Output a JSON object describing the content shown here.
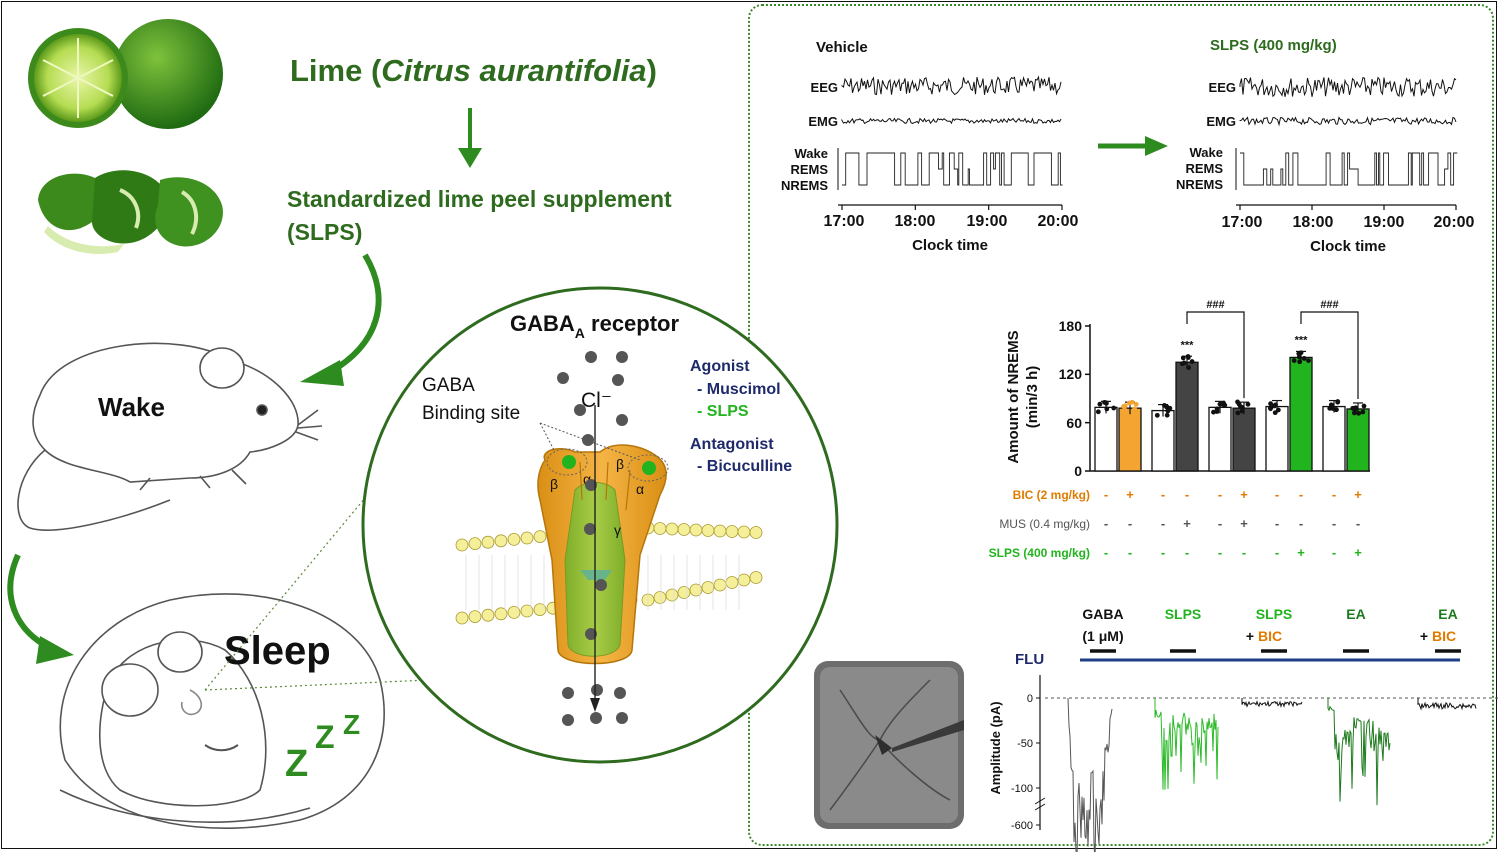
{
  "figure": {
    "title_prefix": "Lime (",
    "title_species": "Citrus aurantifolia",
    "title_suffix": ")",
    "supplement_line1": "Standardized lime peel supplement",
    "supplement_line2": "(SLPS)",
    "wake_label": "Wake",
    "sleep_label": "Sleep",
    "zzz": [
      "Z",
      "Z",
      "Z"
    ],
    "colors": {
      "dark_green": "#2e6b1f",
      "bright_green": "#22b41e",
      "orange": "#f4a531",
      "navy": "#1f2a6b",
      "dark_gray": "#444444"
    }
  },
  "receptor": {
    "title_main": "GABA",
    "title_sub": "A",
    "title_rest": " receptor",
    "binding_line1": "GABA",
    "binding_line2": "Binding site",
    "ion": "Cl⁻",
    "agonist_header": "Agonist",
    "agonist_items": [
      "- Muscimol",
      "- SLPS"
    ],
    "antagonist_header": "Antagonist",
    "antagonist_items": [
      "- Bicuculline"
    ],
    "subunits": [
      "β",
      "α",
      "β",
      "α",
      "γ"
    ]
  },
  "recordings": {
    "vehicle": {
      "title": "Vehicle",
      "rows": [
        "EEG",
        "EMG"
      ],
      "states": [
        "Wake",
        "REMS",
        "NREMS"
      ],
      "ticks": [
        "17:00",
        "18:00",
        "19:00",
        "20:00"
      ],
      "xlabel": "Clock time"
    },
    "slps": {
      "title": "SLPS (400 mg/kg)",
      "rows": [
        "EEG",
        "EMG"
      ],
      "states": [
        "Wake",
        "REMS",
        "NREMS"
      ],
      "ticks": [
        "17:00",
        "18:00",
        "19:00",
        "20:00"
      ],
      "xlabel": "Clock time"
    }
  },
  "chart_data": {
    "type": "bar",
    "ylabel_line1": "Amount of NREMS",
    "ylabel_line2": "(min/3 h)",
    "yticks": [
      "0",
      "60",
      "120",
      "180"
    ],
    "ylim": [
      0,
      180
    ],
    "values": [
      79,
      78,
      75,
      135,
      79,
      78,
      80,
      141,
      80,
      77
    ],
    "colors": [
      "#ffffff",
      "#f4a531",
      "#ffffff",
      "#444444",
      "#ffffff",
      "#444444",
      "#ffffff",
      "#22b41e",
      "#ffffff",
      "#22b41e"
    ],
    "sig": [
      "",
      "",
      "",
      "***",
      "",
      "",
      "",
      "***",
      "",
      ""
    ],
    "hash_label": "###",
    "hash_pairs": [
      [
        3,
        5
      ],
      [
        7,
        9
      ]
    ],
    "conditions": [
      {
        "label": "BIC (2 mg/kg)",
        "color": "#e07b00",
        "marks": [
          "-",
          "+",
          "-",
          "-",
          "-",
          "+",
          "-",
          "-",
          "-",
          "+"
        ]
      },
      {
        "label": "MUS (0.4 mg/kg)",
        "color": "#555555",
        "marks": [
          "-",
          "-",
          "-",
          "+",
          "-",
          "+",
          "-",
          "-",
          "-",
          "-"
        ]
      },
      {
        "label": "SLPS (400 mg/kg)",
        "color": "#22b41e",
        "marks": [
          "-",
          "-",
          "-",
          "-",
          "-",
          "-",
          "-",
          "+",
          "-",
          "+"
        ]
      }
    ]
  },
  "patch": {
    "flu": "FLU",
    "conditions": [
      {
        "line1": "GABA",
        "line1_color": "#111111",
        "line2": "(1 μM)",
        "line2_color": "#111111"
      },
      {
        "line1": "SLPS",
        "line1_color": "#22b41e",
        "line2": "",
        "line2_color": "#111111"
      },
      {
        "line1": "SLPS",
        "line1_color": "#22b41e",
        "line2_prefix": "+ ",
        "line2": "BIC",
        "line2_color": "#e07b00"
      },
      {
        "line1": "EA",
        "line1_color": "#1e7a1e",
        "line2": "",
        "line2_color": "#111111"
      },
      {
        "line1": "EA",
        "line1_color": "#1e7a1e",
        "line2_prefix": "+ ",
        "line2": "BIC",
        "line2_color": "#e07b00"
      }
    ],
    "ylabel": "Amplitude (pA)",
    "yticks": [
      "0",
      "-50",
      "-100",
      "-600"
    ]
  }
}
